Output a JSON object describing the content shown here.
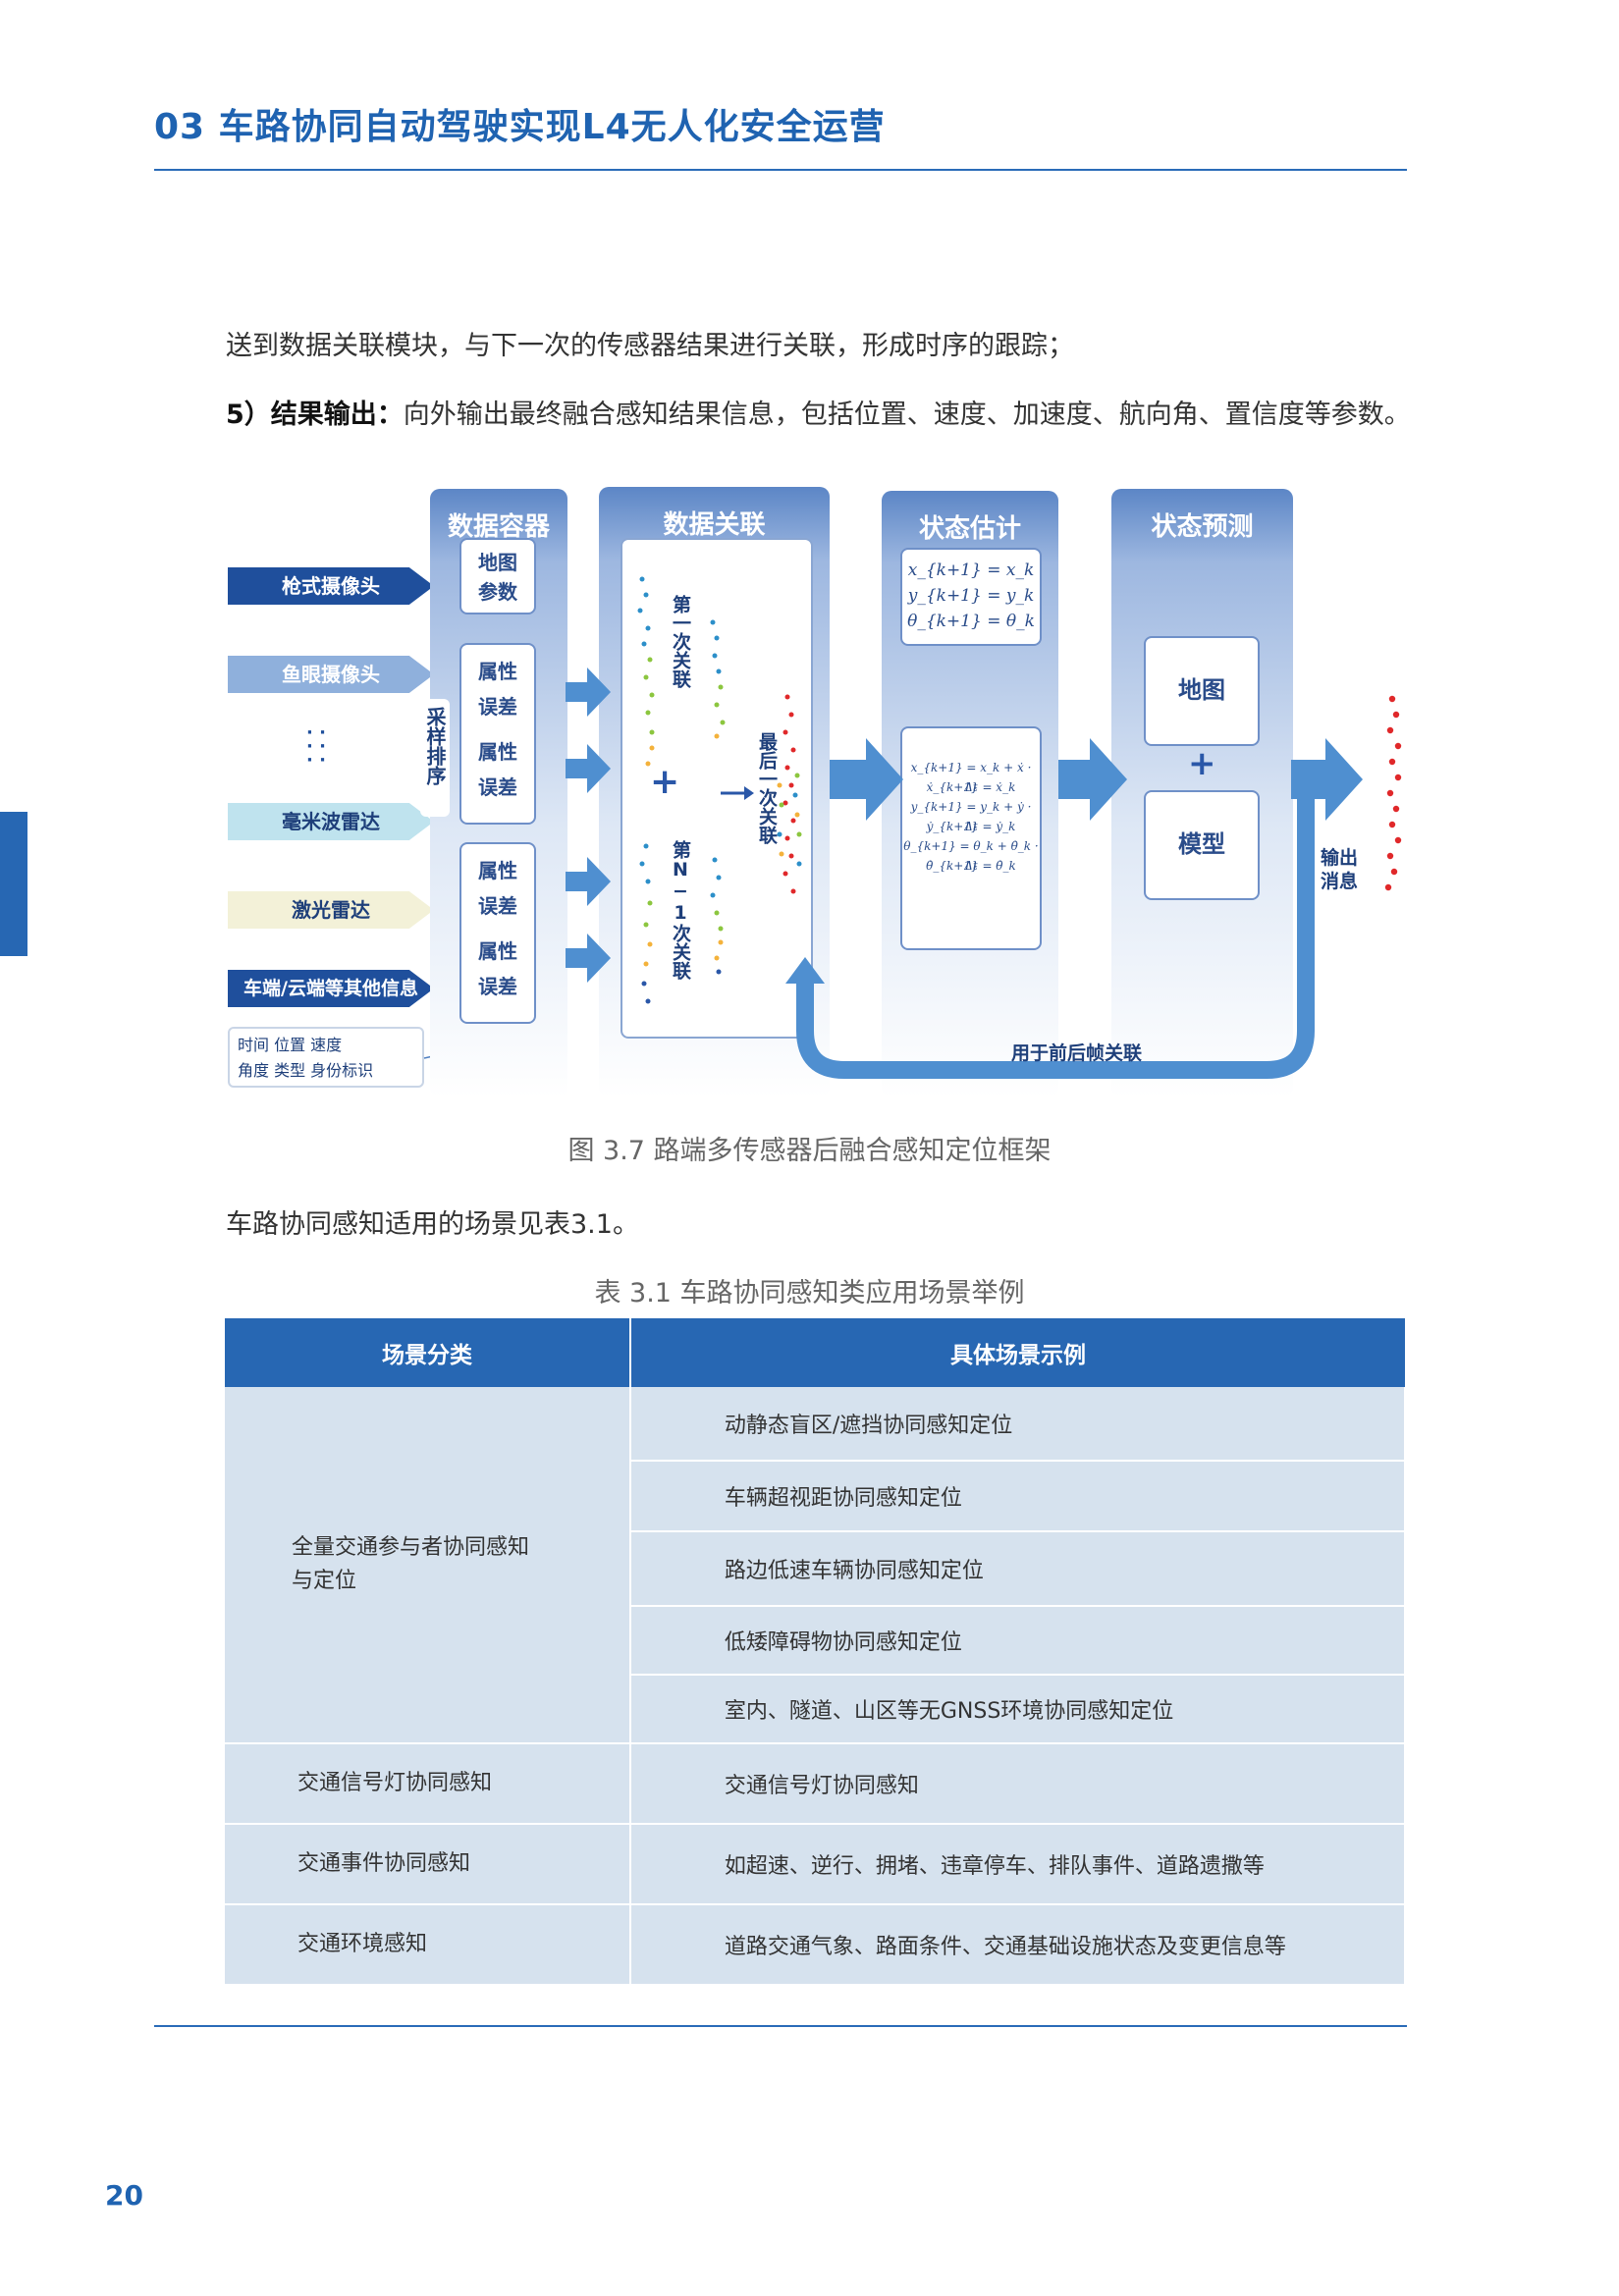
{
  "header": {
    "title": "03 车路协同自动驾驶实现L4无人化安全运营"
  },
  "body": {
    "para1": "送到数据关联模块，与下一次的传感器结果进行关联，形成时序的跟踪；",
    "para2_bold": "5）结果输出：",
    "para2_rest": "向外输出最终融合感知结果信息，包括位置、速度、加速度、航向角、置信度等参数。",
    "figure_caption": "图 3.7 路端多传感器后融合感知定位框架",
    "para3": "车路协同感知适用的场景见表3.1。",
    "table_caption": "表 3.1 车路协同感知类应用场景举例"
  },
  "diagram": {
    "inputs": [
      "枪式摄像头",
      "鱼眼摄像头",
      "毫米波雷达",
      "激光雷达",
      "车端/云端等其他信息"
    ],
    "input_dots": "· ·\n· ·\n· ·",
    "attr_note_line1": "时间  位置  速度",
    "attr_note_line2": "角度  类型  身份标识",
    "sort_label": "采样排序",
    "container": {
      "title": "数据容器",
      "map_params": "地图\n参数",
      "attr": "属性",
      "error": "误差"
    },
    "association": {
      "title": "数据关联",
      "first": "第一次关联",
      "nth": "第N−1次关联",
      "last": "最后一次关联",
      "plus": "+"
    },
    "estimation": {
      "title": "状态估计",
      "eq_simple": [
        "x_{k+1} = x_k",
        "y_{k+1} = y_k",
        "θ_{k+1} = θ_k"
      ],
      "eq_full": [
        "x_{k+1} = x_k + ẋ · Δt",
        "ẋ_{k+1} = ẋ_k",
        "y_{k+1} = y_k + ẏ · Δt",
        "ẏ_{k+1} = ẏ_k",
        "θ_{k+1} = θ_k + θ̇_k · Δt",
        "θ̇_{k+1} = θ̇_k"
      ]
    },
    "prediction": {
      "title": "状态预测",
      "map": "地图",
      "plus": "+",
      "model": "模型"
    },
    "output_label": "输出消息",
    "feedback_label": "用于前后帧关联",
    "colors": {
      "primary": "#2767b3",
      "accent_red": "#e0282a"
    }
  },
  "table": {
    "headers": [
      "场景分类",
      "具体场景示例"
    ],
    "group1": {
      "category": "全量交通参与者协同感知与定位",
      "examples": [
        "动静态盲区/遮挡协同感知定位",
        "车辆超视距协同感知定位",
        "路边低速车辆协同感知定位",
        "低矮障碍物协同感知定位",
        "室内、隧道、山区等无GNSS环境协同感知定位"
      ]
    },
    "rows": [
      {
        "category": "交通信号灯协同感知",
        "example": "交通信号灯协同感知"
      },
      {
        "category": "交通事件协同感知",
        "example": "如超速、逆行、拥堵、违章停车、排队事件、道路遗撒等"
      },
      {
        "category": "交通环境感知",
        "example": "道路交通气象、路面条件、交通基础设施状态及变更信息等"
      }
    ]
  },
  "footer": {
    "page_number": "20"
  }
}
